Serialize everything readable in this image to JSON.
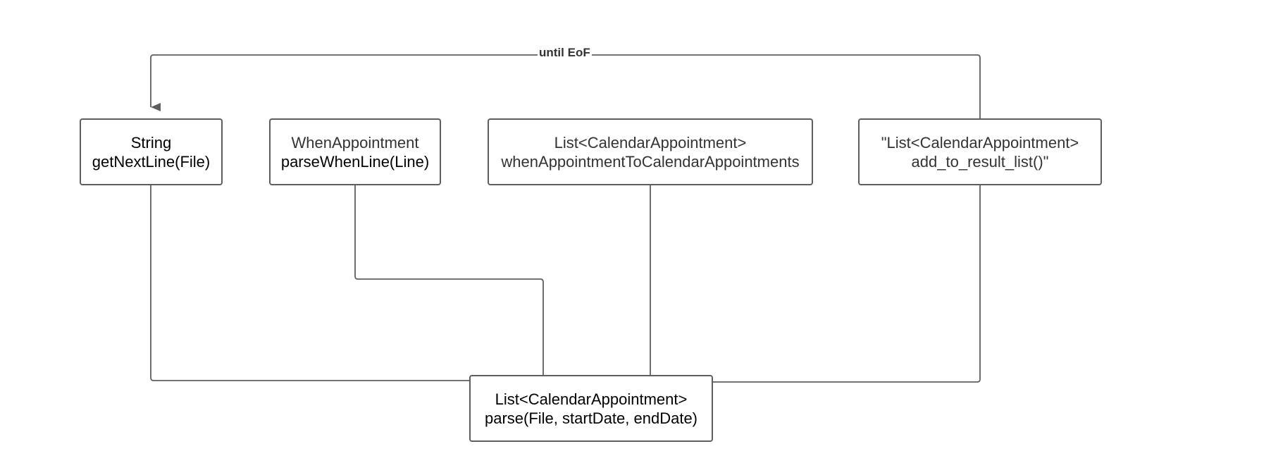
{
  "diagram": {
    "colors": {
      "stroke": "#5e5e5e",
      "text": "#333333"
    },
    "nodes": {
      "get_next_line": {
        "line1": "String",
        "line2": "getNextLine(File)"
      },
      "parse_when_line": {
        "line1": "WhenAppointment",
        "line2": "parseWhenLine(Line)"
      },
      "when_to_calendar": {
        "line1": "List<CalendarAppointment>",
        "line2": "whenAppointmentToCalendarAppointments"
      },
      "add_to_result": {
        "line1": "\"List<CalendarAppointment>",
        "line2": "add_to_result_list()\""
      },
      "parse": {
        "line1": "List<CalendarAppointment>",
        "line2": "parse(File, startDate, endDate)"
      }
    },
    "edges": {
      "loop_label": "until EoF"
    }
  }
}
